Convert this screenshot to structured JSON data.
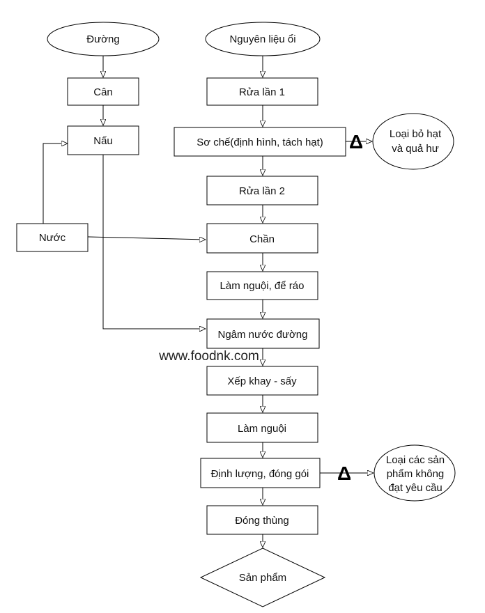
{
  "nodes": {
    "sugar": "Đường",
    "weigh": "Cân",
    "cook": "Nấu",
    "water": "Nước",
    "raw_guava": "Nguyên liệu ổi",
    "wash1": "Rửa lần 1",
    "preprocess": "Sơ chế(định hình, tách hạt)",
    "wash2": "Rửa lần 2",
    "blanch": "Chần",
    "cool_drain": "Làm nguội, để ráo",
    "soak_syrup": "Ngâm nước đường",
    "tray_dry": "Xếp khay - sấy",
    "cool": "Làm nguội",
    "portion_pack": "Định lượng, đóng gói",
    "boxing": "Đóng thùng",
    "product": "Sản phẩm"
  },
  "rejects": {
    "seeds_line1": "Loại bỏ hạt",
    "seeds_line2": "và quả hư",
    "defect_line1": "Loại các sản",
    "defect_line2": "phẩm không",
    "defect_line3": "đạt yêu cầu"
  },
  "markers": {
    "delta1": "Δ",
    "delta2": "Δ"
  },
  "watermark": "www.foodnk.com"
}
